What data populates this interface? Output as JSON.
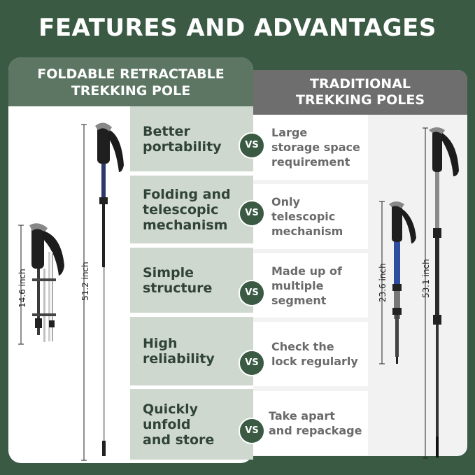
{
  "title": "FEATURES AND ADVANTAGES",
  "left_panel": {
    "heading_line1": "FOLDABLE RETRACTABLE",
    "heading_line2": "TREKKING POLE"
  },
  "right_panel": {
    "heading_line1": "TRADITIONAL",
    "heading_line2": "TREKKING POLES"
  },
  "vs_label": "VS",
  "rows": [
    {
      "feature": [
        "Better",
        "portability"
      ],
      "traditional": [
        "Large",
        "storage space",
        "requirement"
      ]
    },
    {
      "feature": [
        "Folding and",
        "telescopic",
        "mechanism"
      ],
      "traditional": [
        "Only",
        "telescopic",
        "mechanism"
      ]
    },
    {
      "feature": [
        "Simple",
        "structure"
      ],
      "traditional": [
        "Made up of",
        "multiple",
        "segment"
      ]
    },
    {
      "feature": [
        "High",
        "reliability"
      ],
      "traditional": [
        "Check the",
        "lock regularly"
      ]
    },
    {
      "feature": [
        "Quickly",
        "unfold",
        "and store"
      ],
      "traditional": [
        "Take apart",
        "and repackage"
      ]
    }
  ],
  "dimensions": {
    "folded": "14.6 inch",
    "extended": "51.2 inch",
    "traditional_short": "23.6 inch",
    "traditional_long": "53.1 inch"
  },
  "colors": {
    "background": "#3a5a44",
    "feature_bg": "#cfd8cf",
    "left_head": "#5c7663",
    "right_head": "#6e6e6e"
  }
}
